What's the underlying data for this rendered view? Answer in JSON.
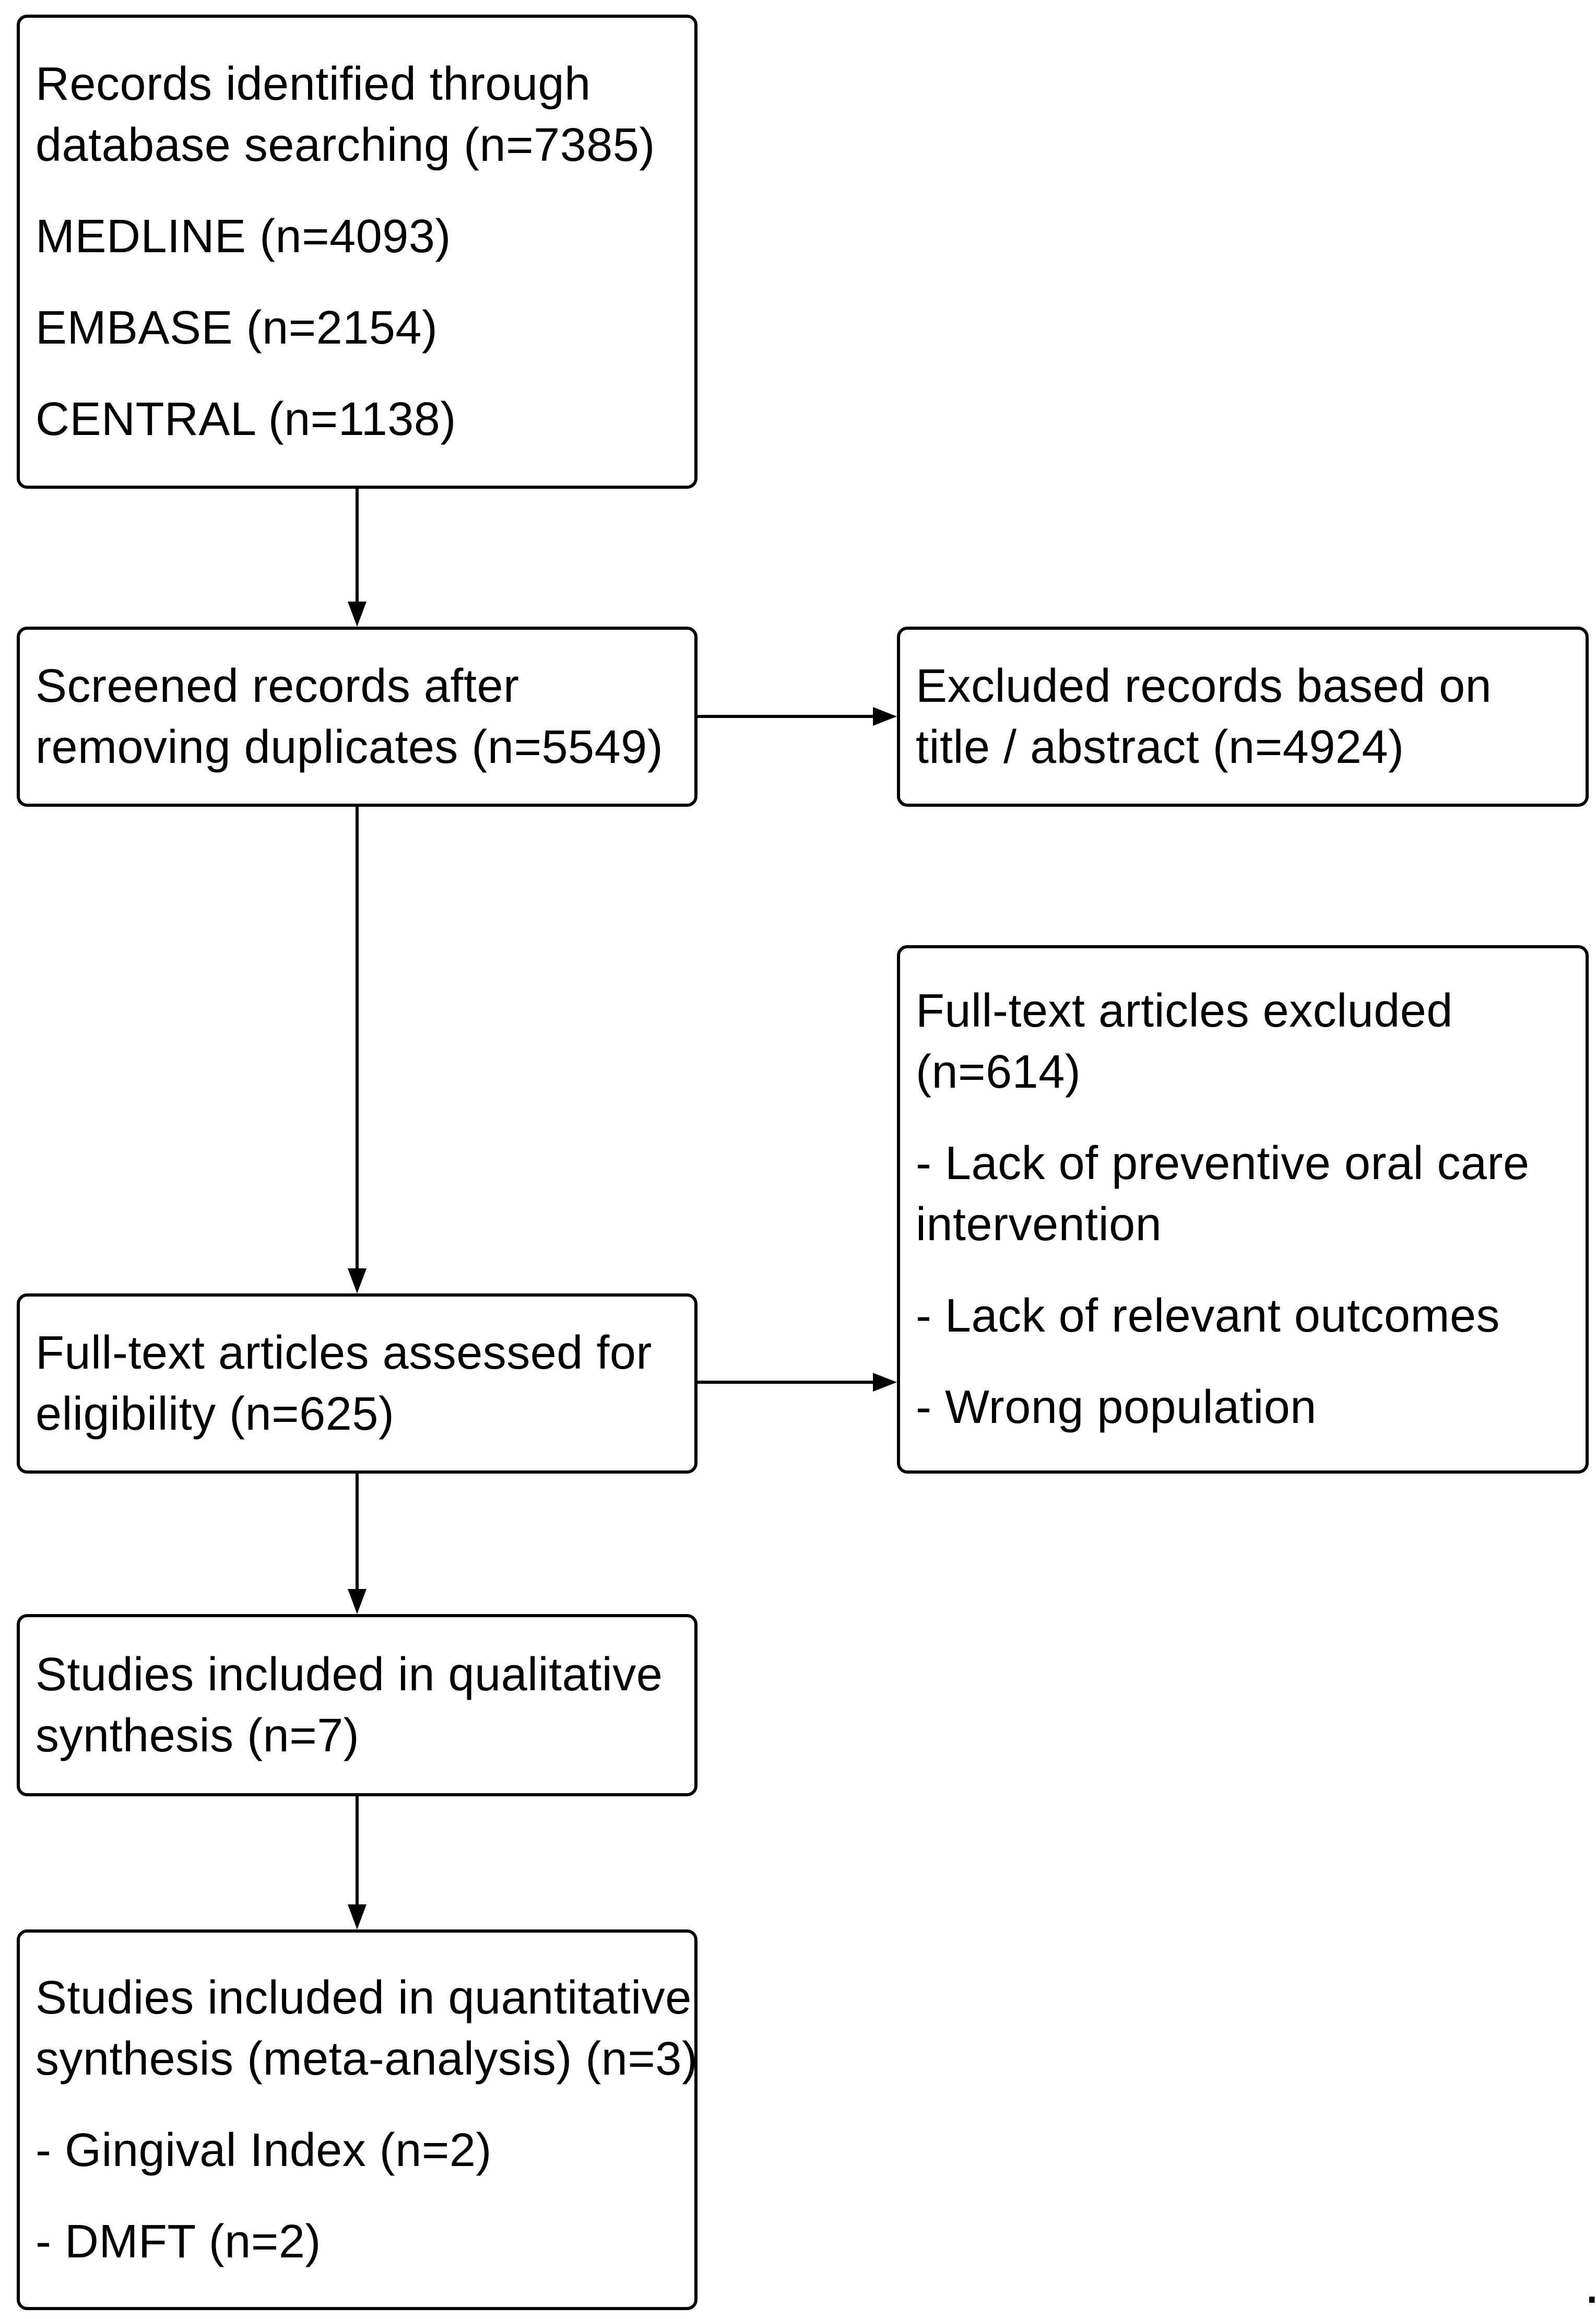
{
  "colors": {
    "background": "#ffffff",
    "border": "#000000",
    "text": "#000000"
  },
  "footnote": ".",
  "boxes": {
    "identification": {
      "paragraphs": [
        [
          "Records identified through",
          "database searching (n=7385)"
        ],
        [
          "MEDLINE (n=4093)"
        ],
        [
          "EMBASE (n=2154)"
        ],
        [
          "CENTRAL (n=1138)"
        ]
      ]
    },
    "screening": {
      "paragraphs": [
        [
          "Screened records after",
          "removing duplicates (n=5549)"
        ]
      ]
    },
    "excluded_title_abstract": {
      "paragraphs": [
        [
          "Excluded records based on",
          "title / abstract (n=4924)"
        ]
      ]
    },
    "fulltext_excluded": {
      "paragraphs": [
        [
          "Full-text articles excluded",
          "(n=614)"
        ],
        [
          "- Lack of preventive oral care",
          "intervention"
        ],
        [
          "- Lack of relevant outcomes"
        ],
        [
          "- Wrong population"
        ]
      ]
    },
    "eligibility": {
      "paragraphs": [
        [
          "Full-text articles assessed for",
          "eligibility (n=625)"
        ]
      ]
    },
    "qualitative": {
      "paragraphs": [
        [
          "Studies included in qualitative",
          "synthesis (n=7)"
        ]
      ]
    },
    "quantitative": {
      "paragraphs": [
        [
          "Studies included in quantitative",
          "synthesis (meta-analysis) (n=3)"
        ],
        [
          "- Gingival Index (n=2)"
        ],
        [
          "- DMFT (n=2)"
        ]
      ]
    }
  }
}
